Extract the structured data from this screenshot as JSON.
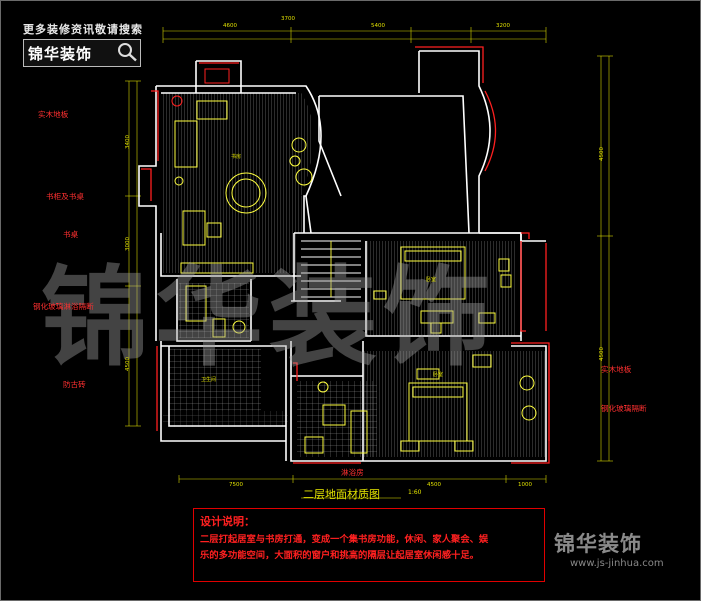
{
  "brand": {
    "top_text": "更多装修资讯敬请搜索",
    "name": "锦华装饰",
    "watermark": "锦华装饰",
    "bottom_name": "锦华装饰",
    "website": "www.js-jinhua.com"
  },
  "plan": {
    "title": "二层地面材质图",
    "scale": "1:60",
    "left_labels": [
      "实木地板",
      "书柜及书桌",
      "书桌",
      "钢化玻璃淋浴隔断",
      "防古砖"
    ],
    "right_labels": [
      "实木地板",
      "钢化玻璃隔断"
    ],
    "bottom_label": "淋浴房",
    "room_labels": [
      "书房",
      "卫生间",
      "卧室",
      "卧室"
    ],
    "dimensions_top": [
      "4600",
      "3700",
      "5400",
      "3200"
    ],
    "dimensions_bottom": [
      "7500",
      "4500",
      "1000"
    ],
    "dimensions_left": [
      "3400",
      "3000",
      "4500"
    ],
    "dimensions_right": [
      "4500",
      "4500"
    ]
  },
  "notes": {
    "heading": "设计说明：",
    "line1": "二层打起居室与书房打通，变成一个集书房功能，休闲、家人聚会、娱",
    "line2": "乐的多功能空间，大面积的窗户和挑高的隔层让起居室休闲感十足。"
  },
  "colors": {
    "background": "#000000",
    "wall": "#ffffff",
    "window": "#ff2020",
    "dimension": "#e6e600",
    "furniture": "#ffff40",
    "wood_floor": "#8a8a8a",
    "label": "#ff3030",
    "watermark": "#a0a0a0"
  },
  "icons": [
    "search-icon"
  ]
}
